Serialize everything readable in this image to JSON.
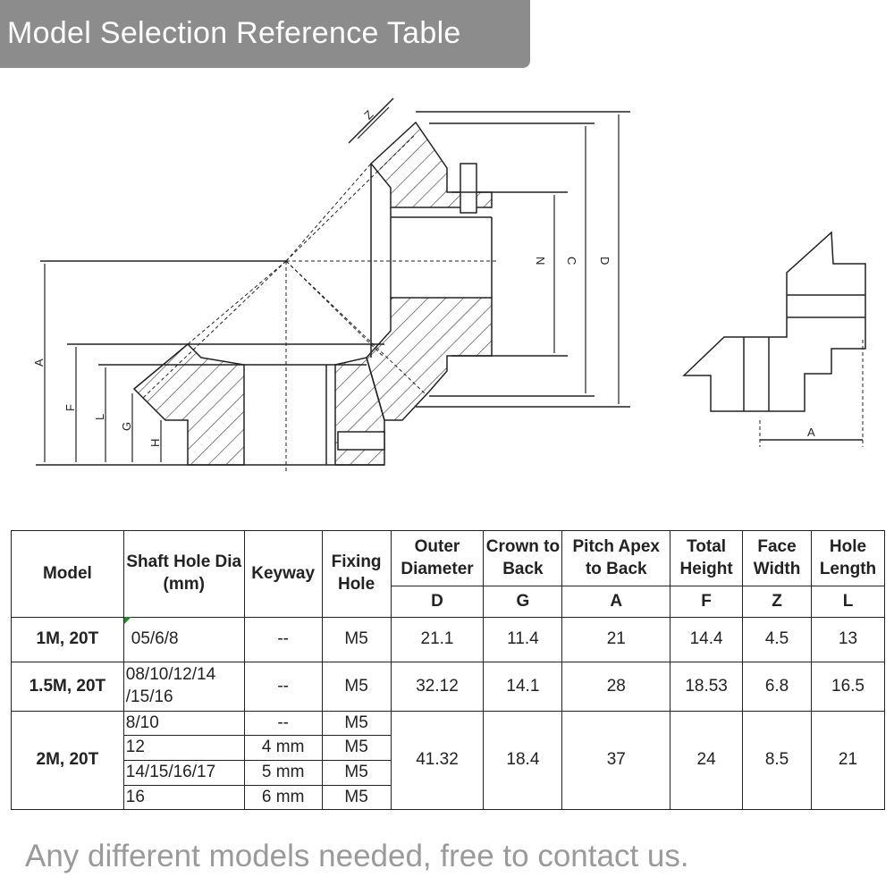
{
  "banner": {
    "title": "Model Selection Reference Table"
  },
  "drawing": {
    "labels": {
      "Z": "Z",
      "N": "N",
      "C": "C",
      "D": "D",
      "A": "A",
      "F": "F",
      "L": "L",
      "G": "G",
      "H": "H",
      "side_A": "A"
    }
  },
  "table": {
    "headers": {
      "model": "Model",
      "shaft": "Shaft Hole Dia (mm)",
      "keyway": "Keyway",
      "fixing": "Fixing Hole",
      "outer": "Outer Diameter",
      "crown": "Crown to Back",
      "pitch": "Pitch Apex to Back",
      "height": "Total Height",
      "face": "Face Width",
      "hole": "Hole Length"
    },
    "letters": {
      "outer": "D",
      "crown": "G",
      "pitch": "A",
      "height": "F",
      "face": "Z",
      "hole": "L"
    },
    "rows": [
      {
        "model": "1M, 20T",
        "shaft": "05/6/8",
        "keyway": "--",
        "fixing": "M5",
        "D": "21.1",
        "G": "11.4",
        "A": "21",
        "F": "14.4",
        "Z": "4.5",
        "L": "13"
      },
      {
        "model": "1.5M, 20T",
        "shaft": "08/10/12/14 /15/16",
        "keyway": "--",
        "fixing": "M5",
        "D": "32.12",
        "G": "14.1",
        "A": "28",
        "F": "18.53",
        "Z": "6.8",
        "L": "16.5"
      },
      {
        "model": "2M, 20T",
        "D": "41.32",
        "G": "18.4",
        "A": "37",
        "F": "24",
        "Z": "8.5",
        "L": "21",
        "sub": [
          {
            "shaft": "8/10",
            "keyway": "--",
            "fixing": "M5"
          },
          {
            "shaft": "12",
            "keyway": "4 mm",
            "fixing": "M5"
          },
          {
            "shaft": "14/15/16/17",
            "keyway": "5 mm",
            "fixing": "M5"
          },
          {
            "shaft": "16",
            "keyway": "6 mm",
            "fixing": "M5"
          }
        ]
      }
    ]
  },
  "footer": {
    "text": "Any different models needed, free to contact us."
  }
}
